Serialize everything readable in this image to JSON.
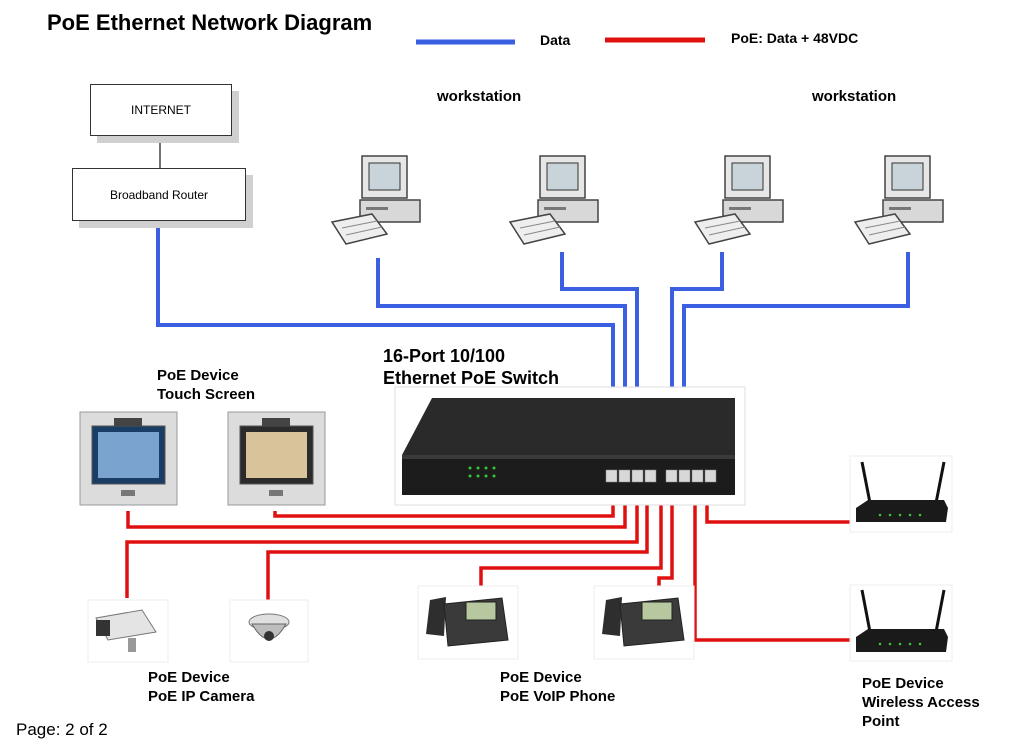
{
  "title": "PoE Ethernet Network Diagram",
  "legend": {
    "data_label": "Data",
    "data_color": "#3a5fe0",
    "poe_label": "PoE: Data + 48VDC",
    "poe_color": "#e01010"
  },
  "nodes": {
    "internet": "INTERNET",
    "router": "Broadband Router",
    "workstation_left": "workstation",
    "workstation_right": "workstation",
    "switch_line1": "16-Port 10/100",
    "switch_line2": "Ethernet PoE Switch",
    "touch_line1": "PoE Device",
    "touch_line2": "Touch Screen",
    "camera_line1": "PoE Device",
    "camera_line2": "PoE IP Camera",
    "voip_line1": "PoE Device",
    "voip_line2": "PoE VoIP Phone",
    "wap_line1": "PoE Device",
    "wap_line2": "Wireless Access",
    "wap_line3": "Point"
  },
  "footer": {
    "page": "Page: 2 of 2"
  }
}
